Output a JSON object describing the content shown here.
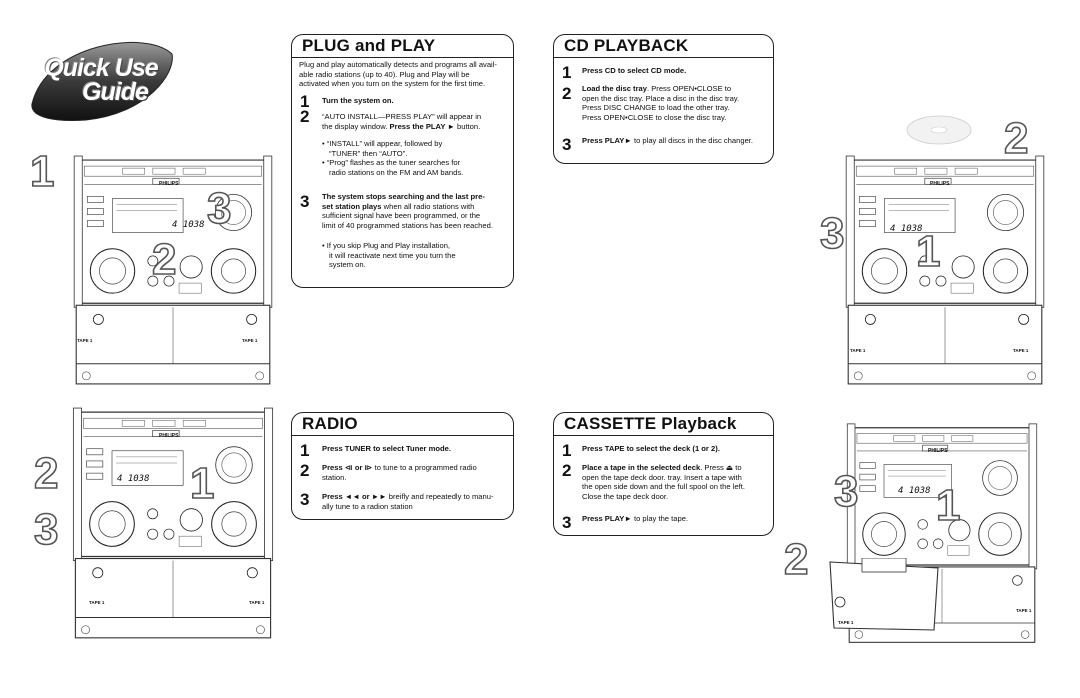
{
  "logo": {
    "line1": "Quick Use",
    "line2": "Guide"
  },
  "plug": {
    "title": "PLUG and PLAY",
    "intro": [
      "Plug and play automatically detects and programs all avail-",
      "able radio stations (up to 40).  Plug and Play will be",
      "activated when you turn on the system for the first time."
    ],
    "step1_num": "1",
    "step1": "Turn the system on.",
    "step2_num": "2",
    "step2_a": "“AUTO INSTALL—PRESS PLAY” will appear in",
    "step2_b_pre": "the display window. ",
    "step2_b_bold": "Press the PLAY ►",
    "step2_b_post": " button.",
    "bullets": [
      "•  “INSTALL” will appear, followed by",
      "“TUNER” then “AUTO”.",
      "•  “Prog” flashes as the tuner searches for",
      "radio stations on the FM and AM bands."
    ],
    "step3_num": "3",
    "step3": [
      "The system stops searching and the last pre-",
      "set station plays",
      " when all radio stations with",
      "sufficient signal have been programmed, or the",
      "limit of 40 programmed stations has been reached."
    ],
    "skip": [
      "•  If you skip Plug and Play installation,",
      "it will reactivate next time you turn the",
      "system on."
    ]
  },
  "cd": {
    "title": "CD PLAYBACK",
    "step1_num": "1",
    "step1": "Press CD to select CD mode.",
    "step2_num": "2",
    "step2_bold": "Load the disc tray",
    "step2_a": ".  Press OPEN•CLOSE to",
    "step2_lines": [
      "open the disc tray.  Place a disc in the disc tray.",
      "Press DISC CHANGE to load the other tray.",
      "Press OPEN•CLOSE to close the disc tray."
    ],
    "step3_num": "3",
    "step3_bold": "Press PLAY►",
    "step3_rest": " to play all discs in the disc changer."
  },
  "radio": {
    "title": "RADIO",
    "step1_num": "1",
    "step1": "Press TUNER to select Tuner mode.",
    "step2_num": "2",
    "step2_bold": "Press ⧏ or ⧐",
    "step2_rest": " to tune to a programmed radio",
    "step2_b": "station.",
    "step3_num": "3",
    "step3_bold": "Press ◄◄ or ►►",
    "step3_rest": " breifly and repeatedly to manu-",
    "step3_b": "ally tune to a radion station"
  },
  "cassette": {
    "title": "CASSETTE Playback",
    "step1_num": "1",
    "step1": "Press TAPE  to select the deck (1 or 2).",
    "step2_num": "2",
    "step2_bold": "Place a tape in the selected deck",
    "step2_rest": ".  Press ⏏ to",
    "step2_lines": [
      "open the tape deck door. tray.  Insert a tape with",
      "the open side down and the full spool on the left.",
      "Close the tape deck door."
    ],
    "step3_num": "3",
    "step3_bold": "Press PLAY►",
    "step3_rest": " to play the tape."
  },
  "device": {
    "brand": "PHILIPS",
    "display_plug": "4 1038",
    "display_cd": "4 1038",
    "display_radio": "4 1038",
    "display_cassette": "4 1038",
    "tape_label": "TAPE 1"
  },
  "callouts": {
    "tl_1": "1",
    "tl_3": "3",
    "tl_2": "2",
    "tr_2": "2",
    "tr_3": "3",
    "tr_1": "1",
    "bl_2": "2",
    "bl_3": "3",
    "bl_1": "1",
    "br_3": "3",
    "br_1": "1",
    "br_2": "2"
  }
}
